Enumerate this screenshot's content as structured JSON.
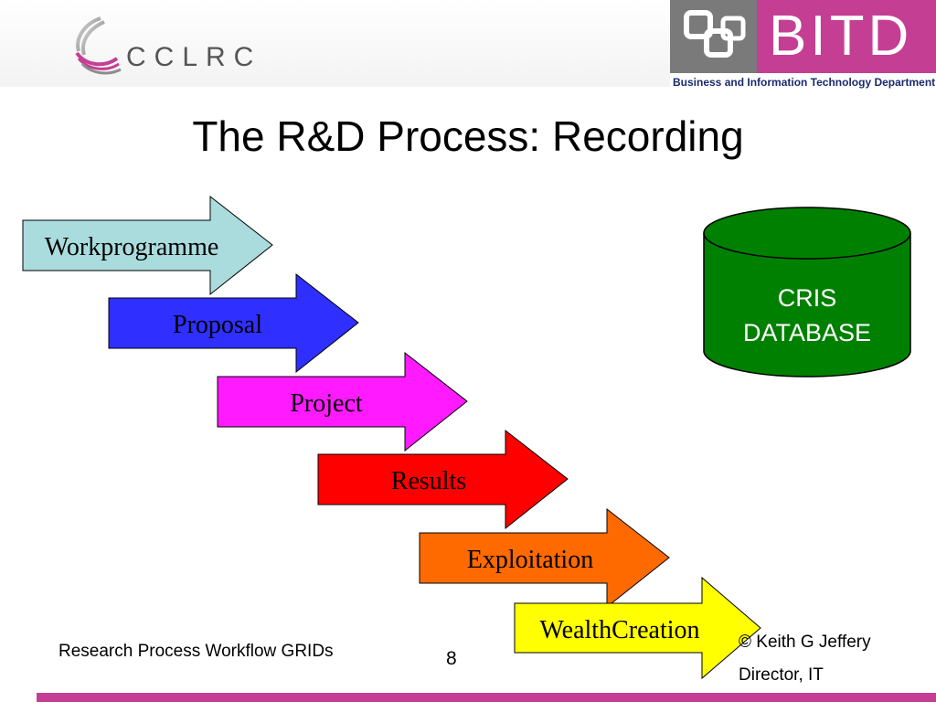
{
  "header": {
    "cclrc_logo": "CCLRC",
    "bitd_logo": "BITD",
    "bitd_subtitle": "Business and Information Technology Department"
  },
  "title": "The R&D Process: Recording",
  "process_steps": [
    {
      "label": "Workprogramme",
      "color": "#aadcde"
    },
    {
      "label": "Proposal",
      "color": "#2f2fff"
    },
    {
      "label": "Project",
      "color": "#ff1aff"
    },
    {
      "label": "Results",
      "color": "#ff0000"
    },
    {
      "label": "Exploitation",
      "color": "#ff6a00"
    },
    {
      "label": "WealthCreation",
      "color": "#ffff00"
    }
  ],
  "database": {
    "line1": "CRIS",
    "line2": "DATABASE",
    "color": "#008000"
  },
  "footer": {
    "left": "Research Process Workflow GRIDs",
    "page_number": "8",
    "author": "© Keith G Jeffery",
    "role": "Director, IT",
    "bar_color": "#c43f93"
  }
}
